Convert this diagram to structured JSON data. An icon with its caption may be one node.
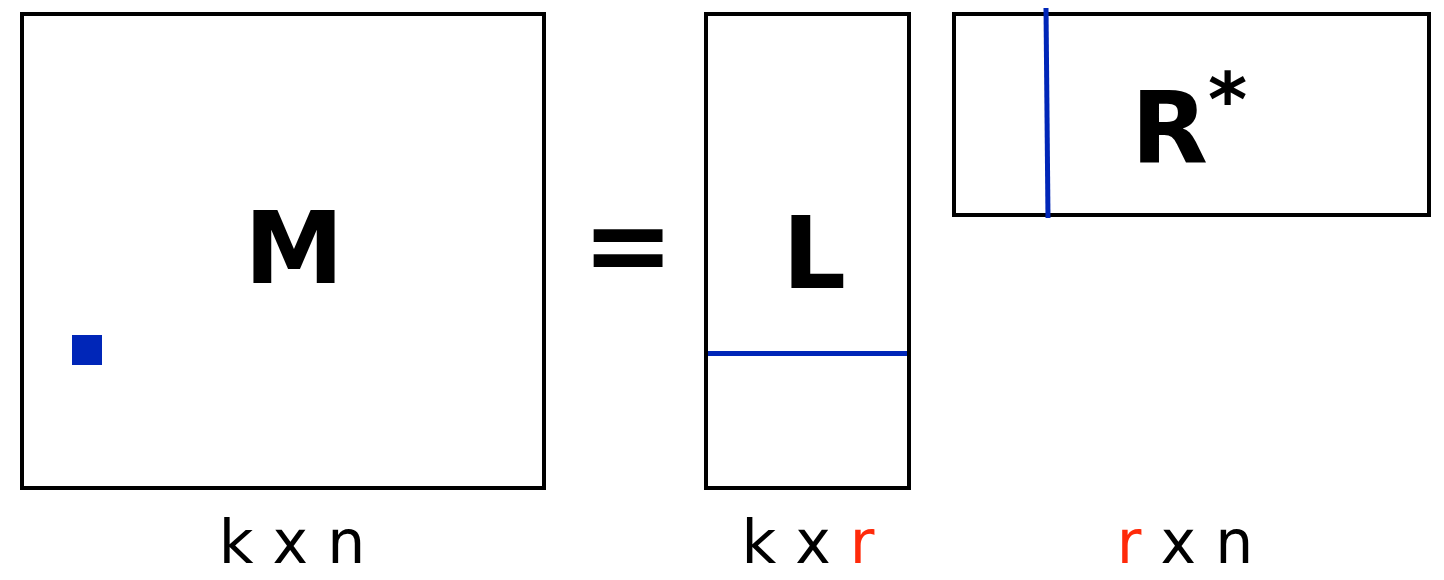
{
  "diagram": {
    "nodes": [
      {
        "text": [
          "M"
        ],
        "beside": [
          "k x n"
        ]
      },
      {
        "text": [
          "L"
        ],
        "beside": [
          "k x r"
        ]
      },
      {
        "text": [
          "R$^{*}$"
        ]
      }
    ],
    "labels": [
      "=",
      "r x n"
    ]
  }
}
